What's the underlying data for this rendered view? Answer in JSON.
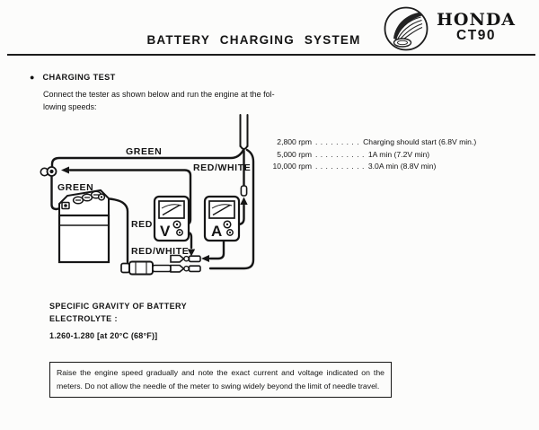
{
  "page": {
    "title": "BATTERY CHARGING SYSTEM"
  },
  "brand": {
    "name": "HONDA",
    "model": "CT90",
    "logo_icon": "honda-wing-icon"
  },
  "section": {
    "bullet": "●",
    "heading": "CHARGING TEST",
    "intro_line1": "Connect the tester as shown below and run the engine at the fol-",
    "intro_line2": "lowing speeds:"
  },
  "test_speeds": [
    {
      "rpm": "2,800 rpm",
      "dots": ". . . . . . . . .",
      "result": "Charging should start (6.8V min.)"
    },
    {
      "rpm": "5,000 rpm",
      "dots": ". . . . . . . . . .",
      "result": "1A min (7.2V min)"
    },
    {
      "rpm": "10,000 rpm",
      "dots": ". . . . . . . . . .",
      "result": "3.0A min (8.8V min)"
    }
  ],
  "diagram": {
    "labels": {
      "green_top": "GREEN",
      "red_white_top": "RED/WHITE",
      "green_left": "GREEN",
      "red": "RED",
      "red_white_bottom": "RED/WHITE",
      "voltmeter": "V",
      "ammeter": "A"
    }
  },
  "specific_gravity": {
    "heading_line1": "SPECIFIC GRAVITY OF BATTERY",
    "heading_line2": "ELECTROLYTE :",
    "value": "1.260-1.280 [at 20°C (68°F)]"
  },
  "note": {
    "text": "Raise the engine speed gradually and note the exact current and voltage indicated on the meters.  Do not allow the needle of the meter to swing widely beyond the limit of needle travel."
  }
}
